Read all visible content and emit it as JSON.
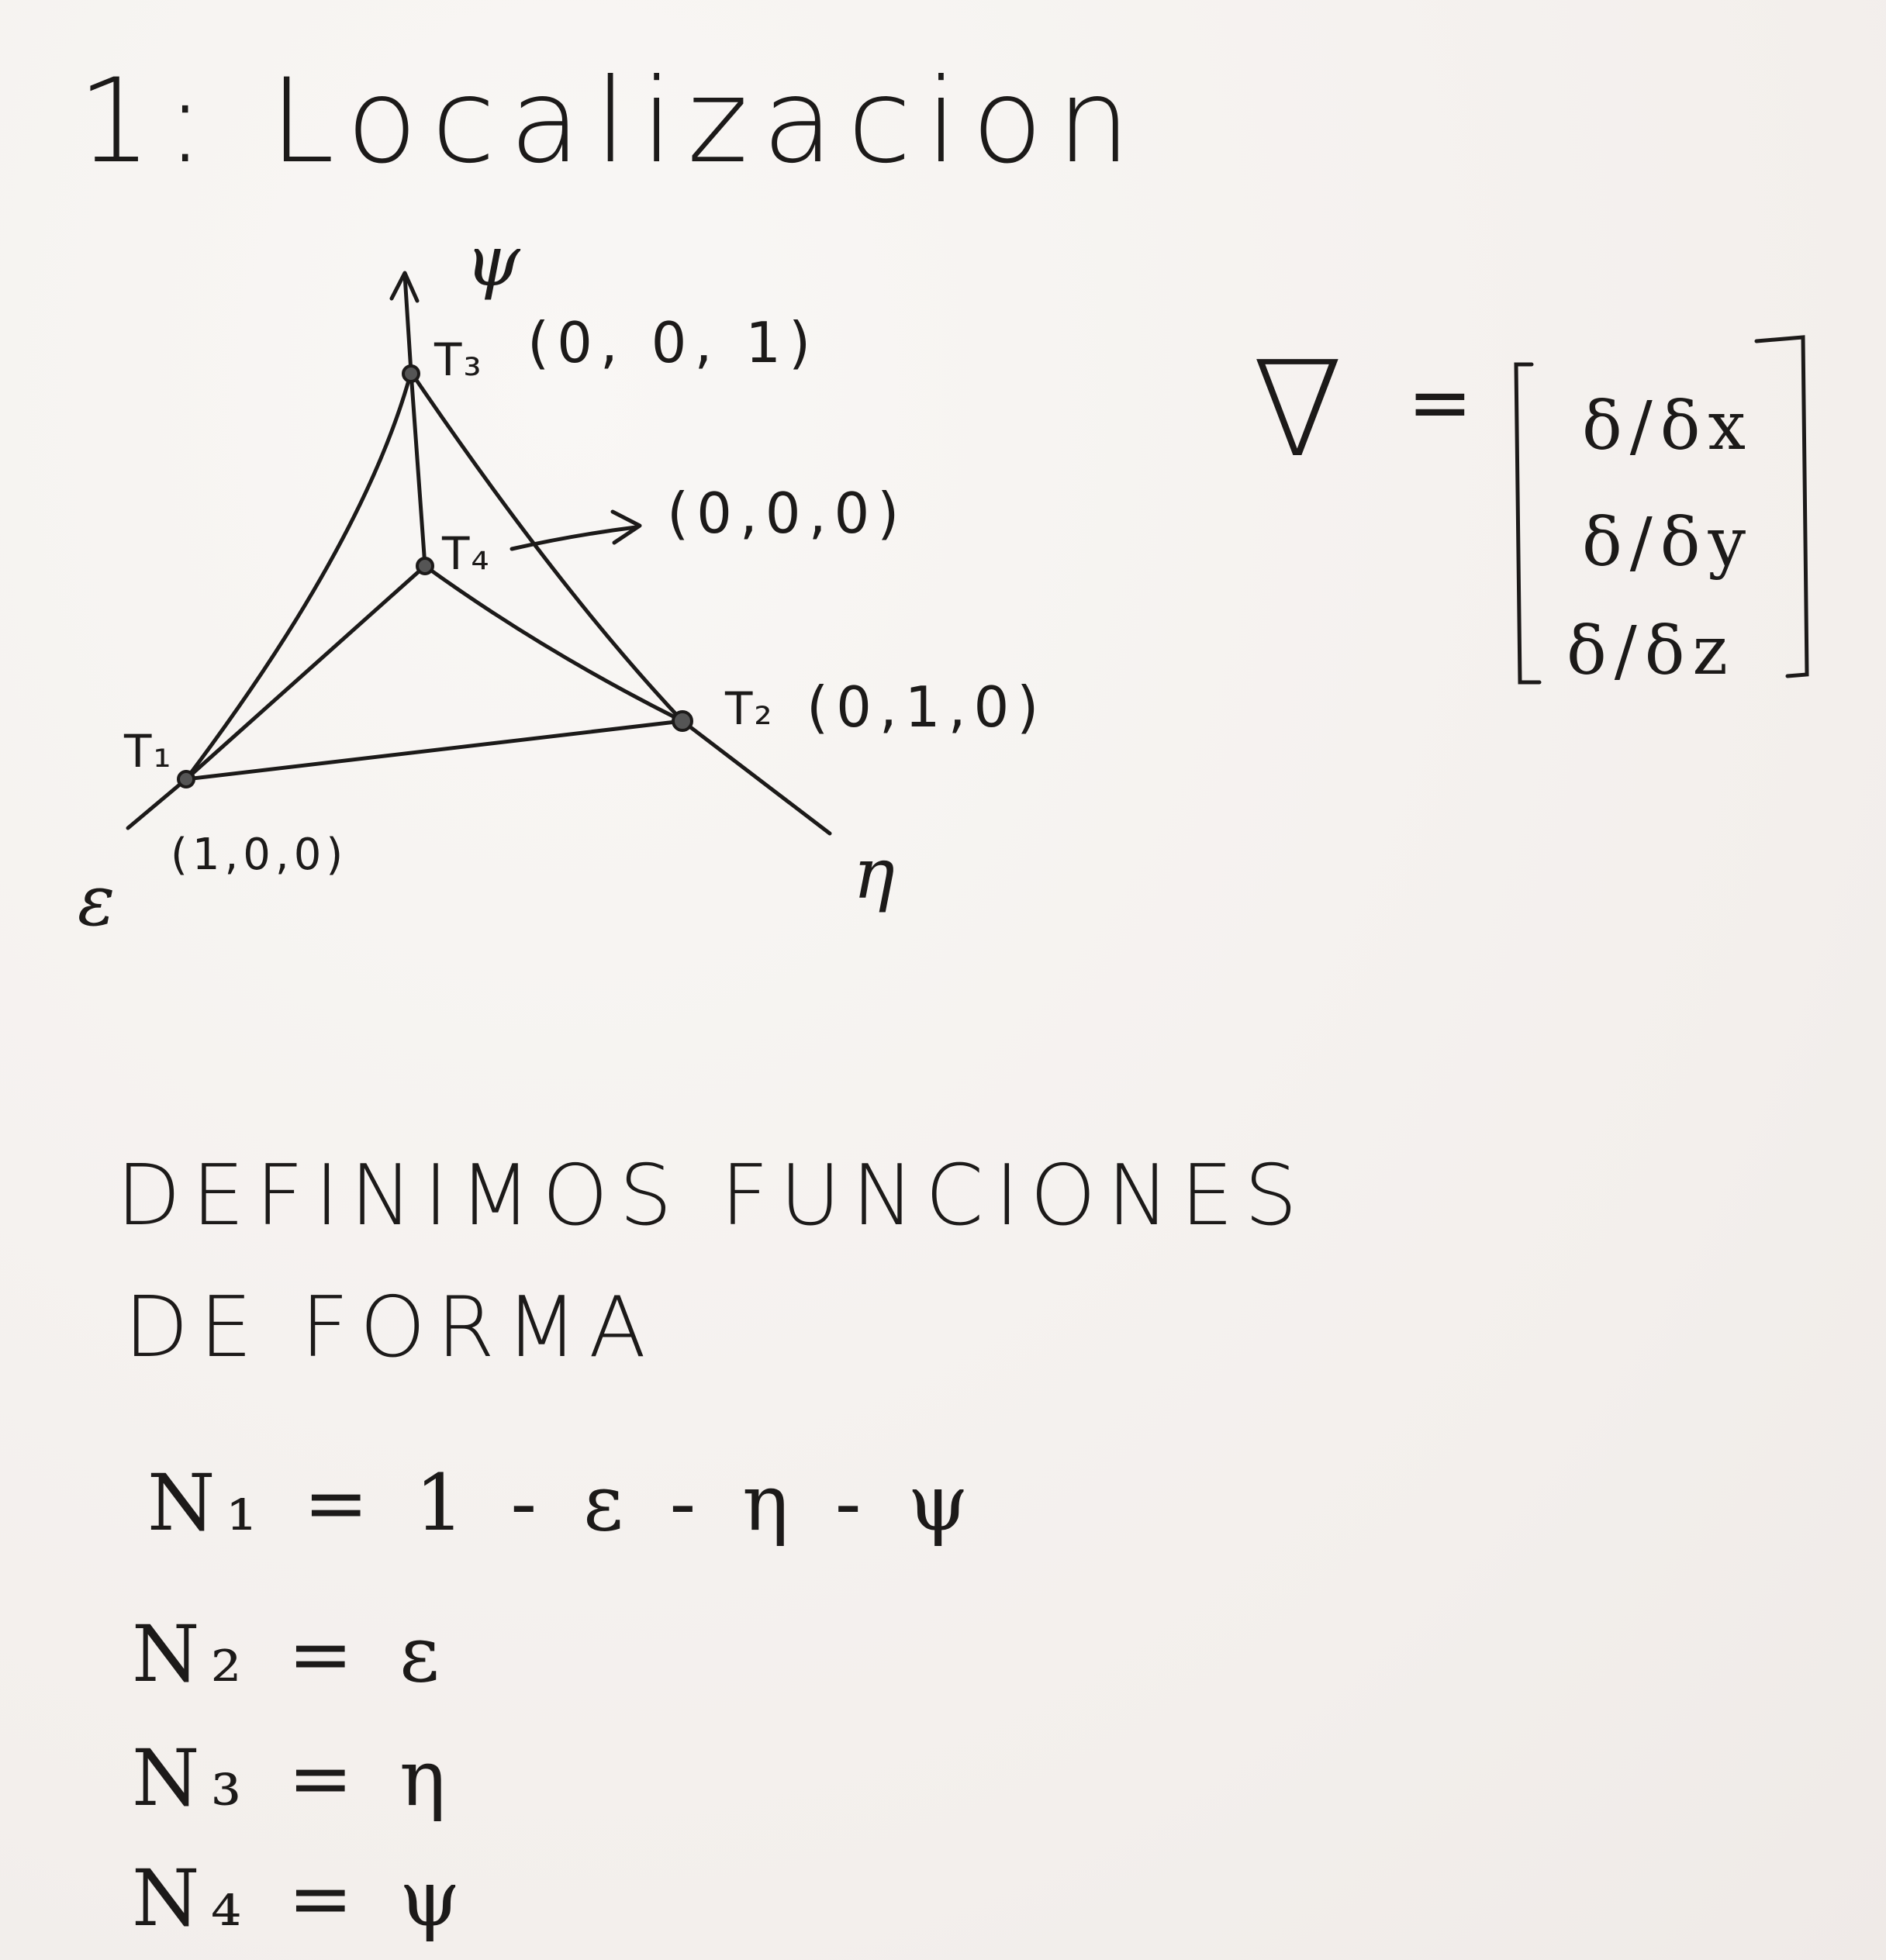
{
  "title": "1: Localizacion",
  "diagram": {
    "axis_psi": "ψ",
    "axis_eta": "η",
    "axis_xi": "ε",
    "nodes": [
      {
        "label": "T₃",
        "coord": "(0, 0, 1)"
      },
      {
        "label": "T₄",
        "coord": "(0,0,0)"
      },
      {
        "label": "T₂",
        "coord": "(0,1,0)"
      },
      {
        "label": "T₁",
        "coord": "(1,0,0)"
      }
    ]
  },
  "gradient": {
    "symbol": "∇",
    "equals": "=",
    "entries": [
      "δ/δx",
      "δ/δy",
      "δ/δz"
    ]
  },
  "section": {
    "line1": "DEFINIMOS FUNCIONES",
    "line2": "DE FORMA"
  },
  "shape_functions": [
    "N₁ = 1 - ε - η - ψ",
    "N₂ = ε",
    "N₃ = η",
    "N₄ = ψ"
  ]
}
